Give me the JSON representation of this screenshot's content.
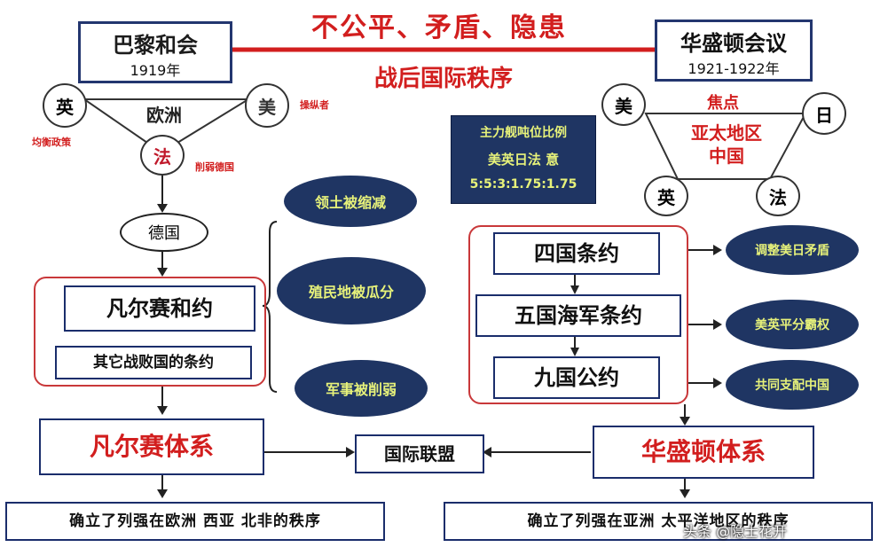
{
  "top": {
    "banner": "不公平、矛盾、隐患",
    "subtitle": "战后国际秩序"
  },
  "left": {
    "paris": {
      "title": "巴黎和会",
      "year": "1919年"
    },
    "triangle": {
      "center": "欧洲",
      "n1": "英",
      "n2": "美",
      "n3": "法"
    },
    "notes": {
      "n2": "操纵者",
      "n1": "均衡政策",
      "n3": "削弱德国"
    },
    "germany": "德国",
    "versailles_treaty": "凡尔赛和约",
    "other_treaties": "其它战败国的条约",
    "ovals": [
      "领土被缩减",
      "殖民地被瓜分",
      "军事被削弱"
    ],
    "system": "凡尔赛体系",
    "result": "确立了列强在欧洲 西亚 北非的秩序"
  },
  "middle": {
    "naval": {
      "title": "主力舰吨位比例",
      "countries": "美英日法 意",
      "ratio": "5:5:3:1.75:1.75"
    },
    "league": "国际联盟"
  },
  "right": {
    "washington": {
      "title": "华盛顿会议",
      "year": "1921-1922年"
    },
    "trapezoid": {
      "c1": "美",
      "c2": "日",
      "c3": "英",
      "c4": "法",
      "focus": "焦点",
      "region": "亚太地区",
      "country": "中国"
    },
    "treaties": [
      "四国条约",
      "五国海军条约",
      "九国公约"
    ],
    "ovals": [
      "调整美日矛盾",
      "美英平分霸权",
      "共同支配中国"
    ],
    "system": "华盛顿体系",
    "result": "确立了列强在亚洲 太平洋地区的秩序"
  },
  "watermark": "头条 @隐士花开"
}
